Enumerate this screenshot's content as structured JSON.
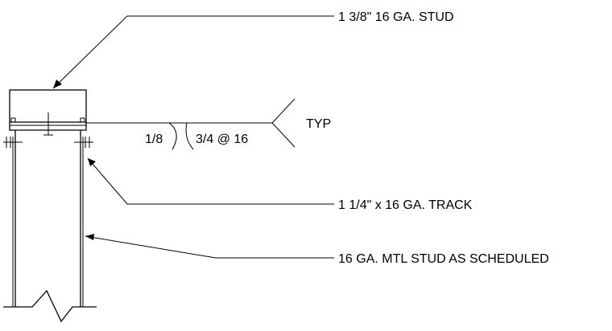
{
  "callouts": {
    "stud_top": "1 3/8\" 16 GA. STUD",
    "track": "1 1/4\" x 16 GA. TRACK",
    "mtl_stud": "16 GA. MTL STUD AS SCHEDULED"
  },
  "weld": {
    "fillet_size": "1/8",
    "length_pitch": "3/4 @ 16",
    "tail_note": "TYP"
  }
}
